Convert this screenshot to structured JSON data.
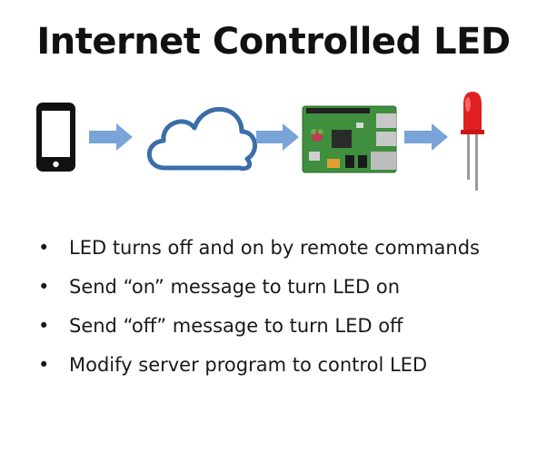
{
  "title": "Internet Controlled LED",
  "diagram": {
    "nodes": [
      {
        "name": "phone-icon"
      },
      {
        "name": "cloud-icon"
      },
      {
        "name": "raspberry-pi-board"
      },
      {
        "name": "red-led"
      }
    ],
    "arrow_color": "#7aa3d8",
    "cloud_color": "#3a6ea8",
    "led_color": "#e02020",
    "phone_color": "#111111"
  },
  "bullets": [
    {
      "text": "LED turns off and on by remote commands"
    },
    {
      "text": "Send “on” message to turn LED on"
    },
    {
      "text": "Send “off” message to turn LED off"
    },
    {
      "text": "Modify server program to control LED"
    }
  ]
}
